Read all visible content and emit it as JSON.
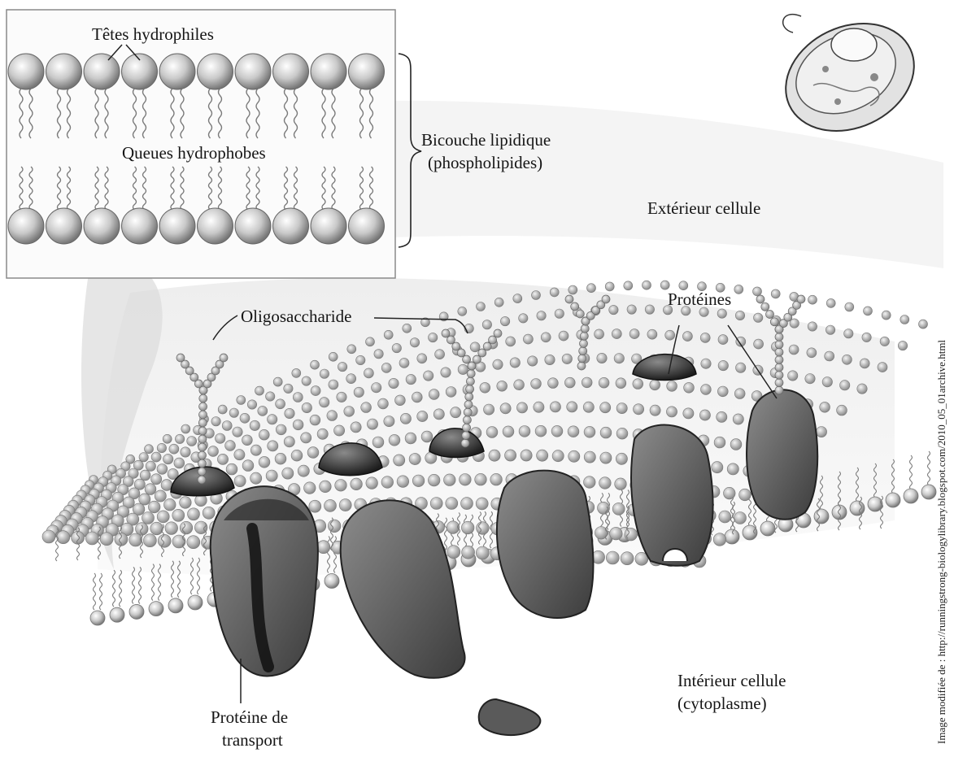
{
  "inset": {
    "heads_label": "Têtes hydrophiles",
    "tails_label": "Queues hydrophobes",
    "bilayer_label_line1": "Bicouche lipidique",
    "bilayer_label_line2": "(phospholipides)"
  },
  "labels": {
    "outside": "Extérieur cellule",
    "proteins": "Protéines",
    "oligosaccharide": "Oligosaccharide",
    "transport_line1": "Protéine de",
    "transport_line2": "transport",
    "inside_line1": "Intérieur cellule",
    "inside_line2": "(cytoplasme)"
  },
  "credit": "Image modifiée de : http://runningstrong-biologylibrary.blogspot.com/2010_05_01archive.html"
}
